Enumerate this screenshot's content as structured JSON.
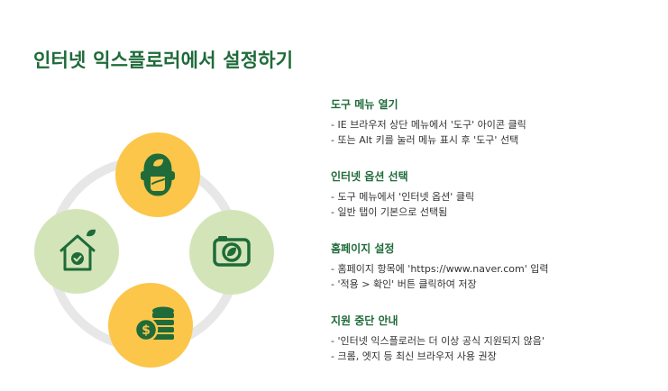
{
  "title": "인터넷 익스플로러에서 설정하기",
  "colors": {
    "accent": "#1f6b3a",
    "yellow": "#fbc64a",
    "light_green": "#d3e5b8",
    "ring": "#e7e7e7"
  },
  "icons": [
    "face-leaf-icon",
    "camera-leaf-icon",
    "coins-dollar-icon",
    "home-check-icon"
  ],
  "steps": [
    {
      "title": "도구 메뉴 열기",
      "lines": [
        "- IE 브라우저 상단 메뉴에서 '도구' 아이콘 클릭",
        "- 또는 Alt 키를 눌러 메뉴 표시 후 '도구' 선택"
      ]
    },
    {
      "title": "인터넷 옵션 선택",
      "lines": [
        "- 도구 메뉴에서 '인터넷 옵션' 클릭",
        "- 일반 탭이 기본으로 선택됨"
      ]
    },
    {
      "title": "홈페이지 설정",
      "lines": [
        "- 홈페이지 항목에 'https://www.naver.com' 입력",
        "- '적용 > 확인' 버튼 클릭하여 저장"
      ]
    },
    {
      "title": "지원 중단 안내",
      "lines": [
        "- '인터넷 익스플로러는 더 이상 공식 지원되지 않음'",
        "- 크롬, 엣지 등 최신 브라우저 사용 권장"
      ]
    }
  ]
}
